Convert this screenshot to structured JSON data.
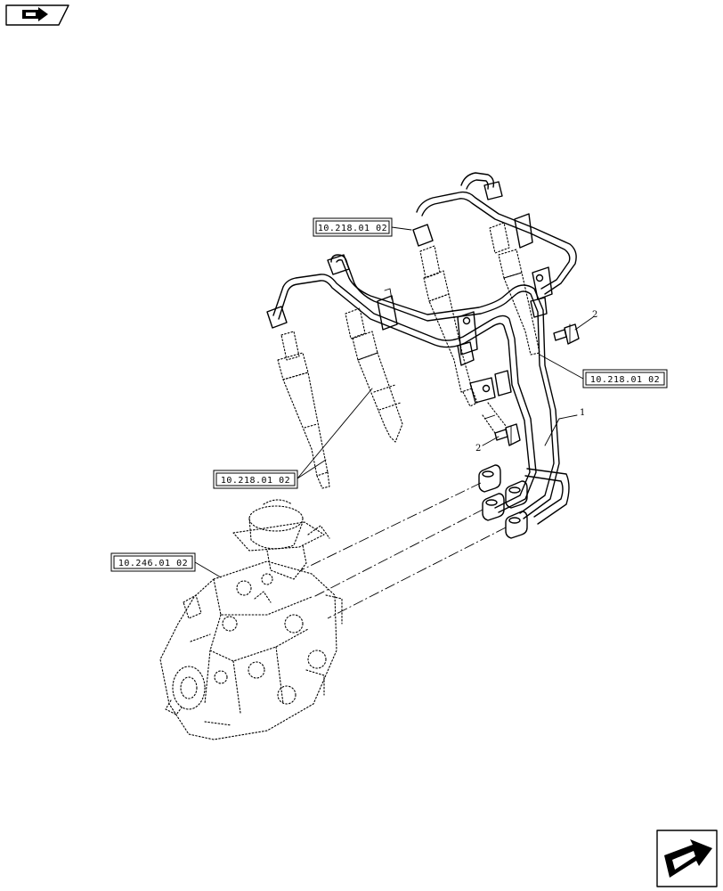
{
  "references": [
    {
      "id": "ref-injector-top",
      "label": "10.218.01 02"
    },
    {
      "id": "ref-injector-right",
      "label": "10.218.01 02"
    },
    {
      "id": "ref-injector-left",
      "label": "10.218.01 02"
    },
    {
      "id": "ref-pump",
      "label": "10.246.01 02"
    }
  ],
  "callouts": [
    {
      "id": "callout-pipe-assembly",
      "label": "1"
    },
    {
      "id": "callout-bolt-upper",
      "label": "2"
    },
    {
      "id": "callout-bolt-lower",
      "label": "2"
    }
  ],
  "icons": {
    "top_left": "folder-arrow-icon",
    "bottom_right": "next-page-arrow-icon"
  }
}
